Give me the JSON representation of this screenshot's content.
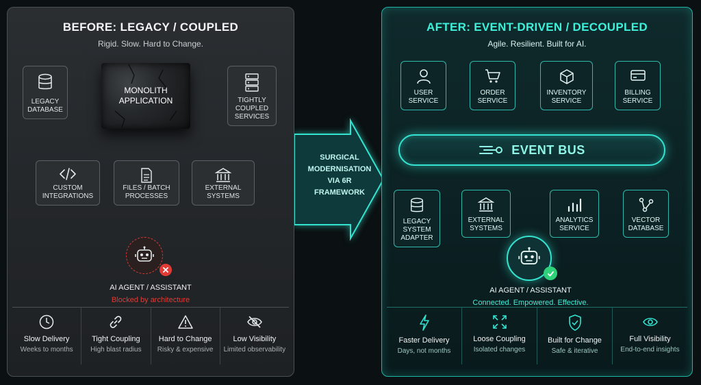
{
  "left": {
    "title": "BEFORE: LEGACY / COUPLED",
    "subtitle": "Rigid. Slow. Hard to Change.",
    "monolith": [
      "MONOLITH",
      "APPLICATION"
    ],
    "boxes": {
      "legacy_db": [
        "LEGACY",
        "DATABASE"
      ],
      "tightly": [
        "TIGHTLY",
        "COUPLED",
        "SERVICES"
      ],
      "custom": [
        "CUSTOM",
        "INTEGRATIONS"
      ],
      "files": [
        "FILES / BATCH",
        "PROCESSES"
      ],
      "external": [
        "EXTERNAL",
        "SYSTEMS"
      ]
    },
    "ai_label": "AI AGENT / ASSISTANT",
    "ai_status": "Blocked by architecture",
    "metrics": [
      {
        "title": "Slow Delivery",
        "sub": "Weeks to months",
        "icon": "clock-icon"
      },
      {
        "title": "Tight Coupling",
        "sub": "High blast radius",
        "icon": "chain-link-icon"
      },
      {
        "title": "Hard to Change",
        "sub": "Risky & expensive",
        "icon": "warning-icon"
      },
      {
        "title": "Low Visibility",
        "sub": "Limited observability",
        "icon": "eye-off-icon"
      }
    ]
  },
  "transition": [
    "SURGICAL",
    "MODERNISATION",
    "VIA 6R",
    "FRAMEWORK"
  ],
  "right": {
    "title": "AFTER: EVENT-DRIVEN / DECOUPLED",
    "subtitle": "Agile. Resilient. Built for AI.",
    "top_services": [
      {
        "l1": "USER",
        "l2": "SERVICE",
        "icon": "user-icon"
      },
      {
        "l1": "ORDER",
        "l2": "SERVICE",
        "icon": "cart-icon"
      },
      {
        "l1": "INVENTORY",
        "l2": "SERVICE",
        "icon": "box-icon"
      },
      {
        "l1": "BILLING",
        "l2": "SERVICE",
        "icon": "card-icon"
      }
    ],
    "event_bus": "EVENT BUS",
    "bottom_services": [
      {
        "lines": [
          "LEGACY",
          "SYSTEM",
          "ADAPTER"
        ],
        "icon": "database-icon"
      },
      {
        "lines": [
          "EXTERNAL",
          "SYSTEMS"
        ],
        "icon": "building-icon"
      },
      {
        "lines": [
          "ANALYTICS",
          "SERVICE"
        ],
        "icon": "bar-chart-icon"
      },
      {
        "lines": [
          "VECTOR",
          "DATABASE"
        ],
        "icon": "graph-nodes-icon"
      }
    ],
    "ai_label": "AI AGENT / ASSISTANT",
    "ai_status": "Connected. Empowered. Effective.",
    "metrics": [
      {
        "title": "Faster Delivery",
        "sub": "Days, not months",
        "icon": "lightning-icon"
      },
      {
        "title": "Loose Coupling",
        "sub": "Isolated changes",
        "icon": "expand-icon"
      },
      {
        "title": "Built for Change",
        "sub": "Safe & iterative",
        "icon": "shield-check-icon"
      },
      {
        "title": "Full Visibility",
        "sub": "End-to-end insights",
        "icon": "eye-icon"
      }
    ]
  },
  "colors": {
    "accent": "#34e3cf",
    "danger": "#e23b35",
    "success": "#2fd27a"
  }
}
